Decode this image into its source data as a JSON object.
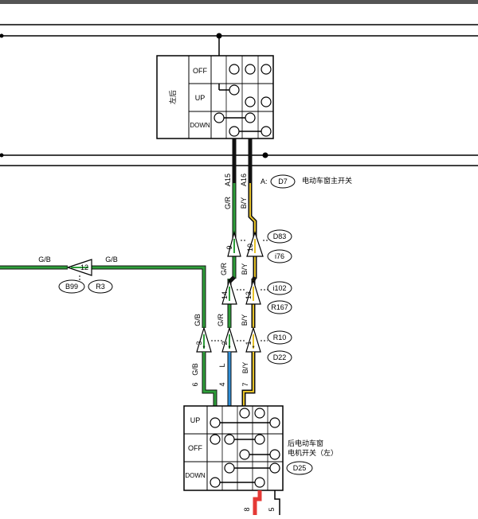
{
  "switch_top": {
    "side_label": "左后",
    "rows": [
      "OFF",
      "UP",
      "DOWN"
    ],
    "pins": [
      "A15",
      "A16"
    ],
    "connector_prefix": "A:",
    "connector": "D7",
    "name": "电动车窗主开关"
  },
  "harness_main": {
    "green_red": "G/R",
    "black_yellow": "B/Y"
  },
  "connectors": {
    "c1": {
      "pins": [
        "9",
        "10"
      ],
      "tags": [
        "D83",
        "i76"
      ]
    },
    "c2": {
      "pins": [
        "14",
        "13"
      ],
      "tags": [
        "i102",
        "R167"
      ]
    },
    "c3": {
      "pins": [
        "3",
        "2",
        "1"
      ],
      "tags": [
        "R10",
        "D22"
      ]
    },
    "left": {
      "pin": "12",
      "wire": "G/B",
      "tags": [
        "B99",
        "R3"
      ]
    }
  },
  "lower_wires": {
    "gb_label": "G/B",
    "gb_pin": "6",
    "l_label": "L",
    "l_pin": "4",
    "by_label": "B/Y",
    "by_pin": "7"
  },
  "switch_bottom": {
    "rows": [
      "UP",
      "OFF",
      "DOWN"
    ],
    "name_line1": "后电动车窗",
    "name_line2": "电机开关（左）",
    "connector": "D25",
    "bottom_pins": [
      "8",
      "5"
    ]
  },
  "colors": {
    "green": "#2e9e3a",
    "blue": "#2f8fd8",
    "red": "#e53935",
    "yellow": "#e6c229",
    "black": "#111111"
  }
}
